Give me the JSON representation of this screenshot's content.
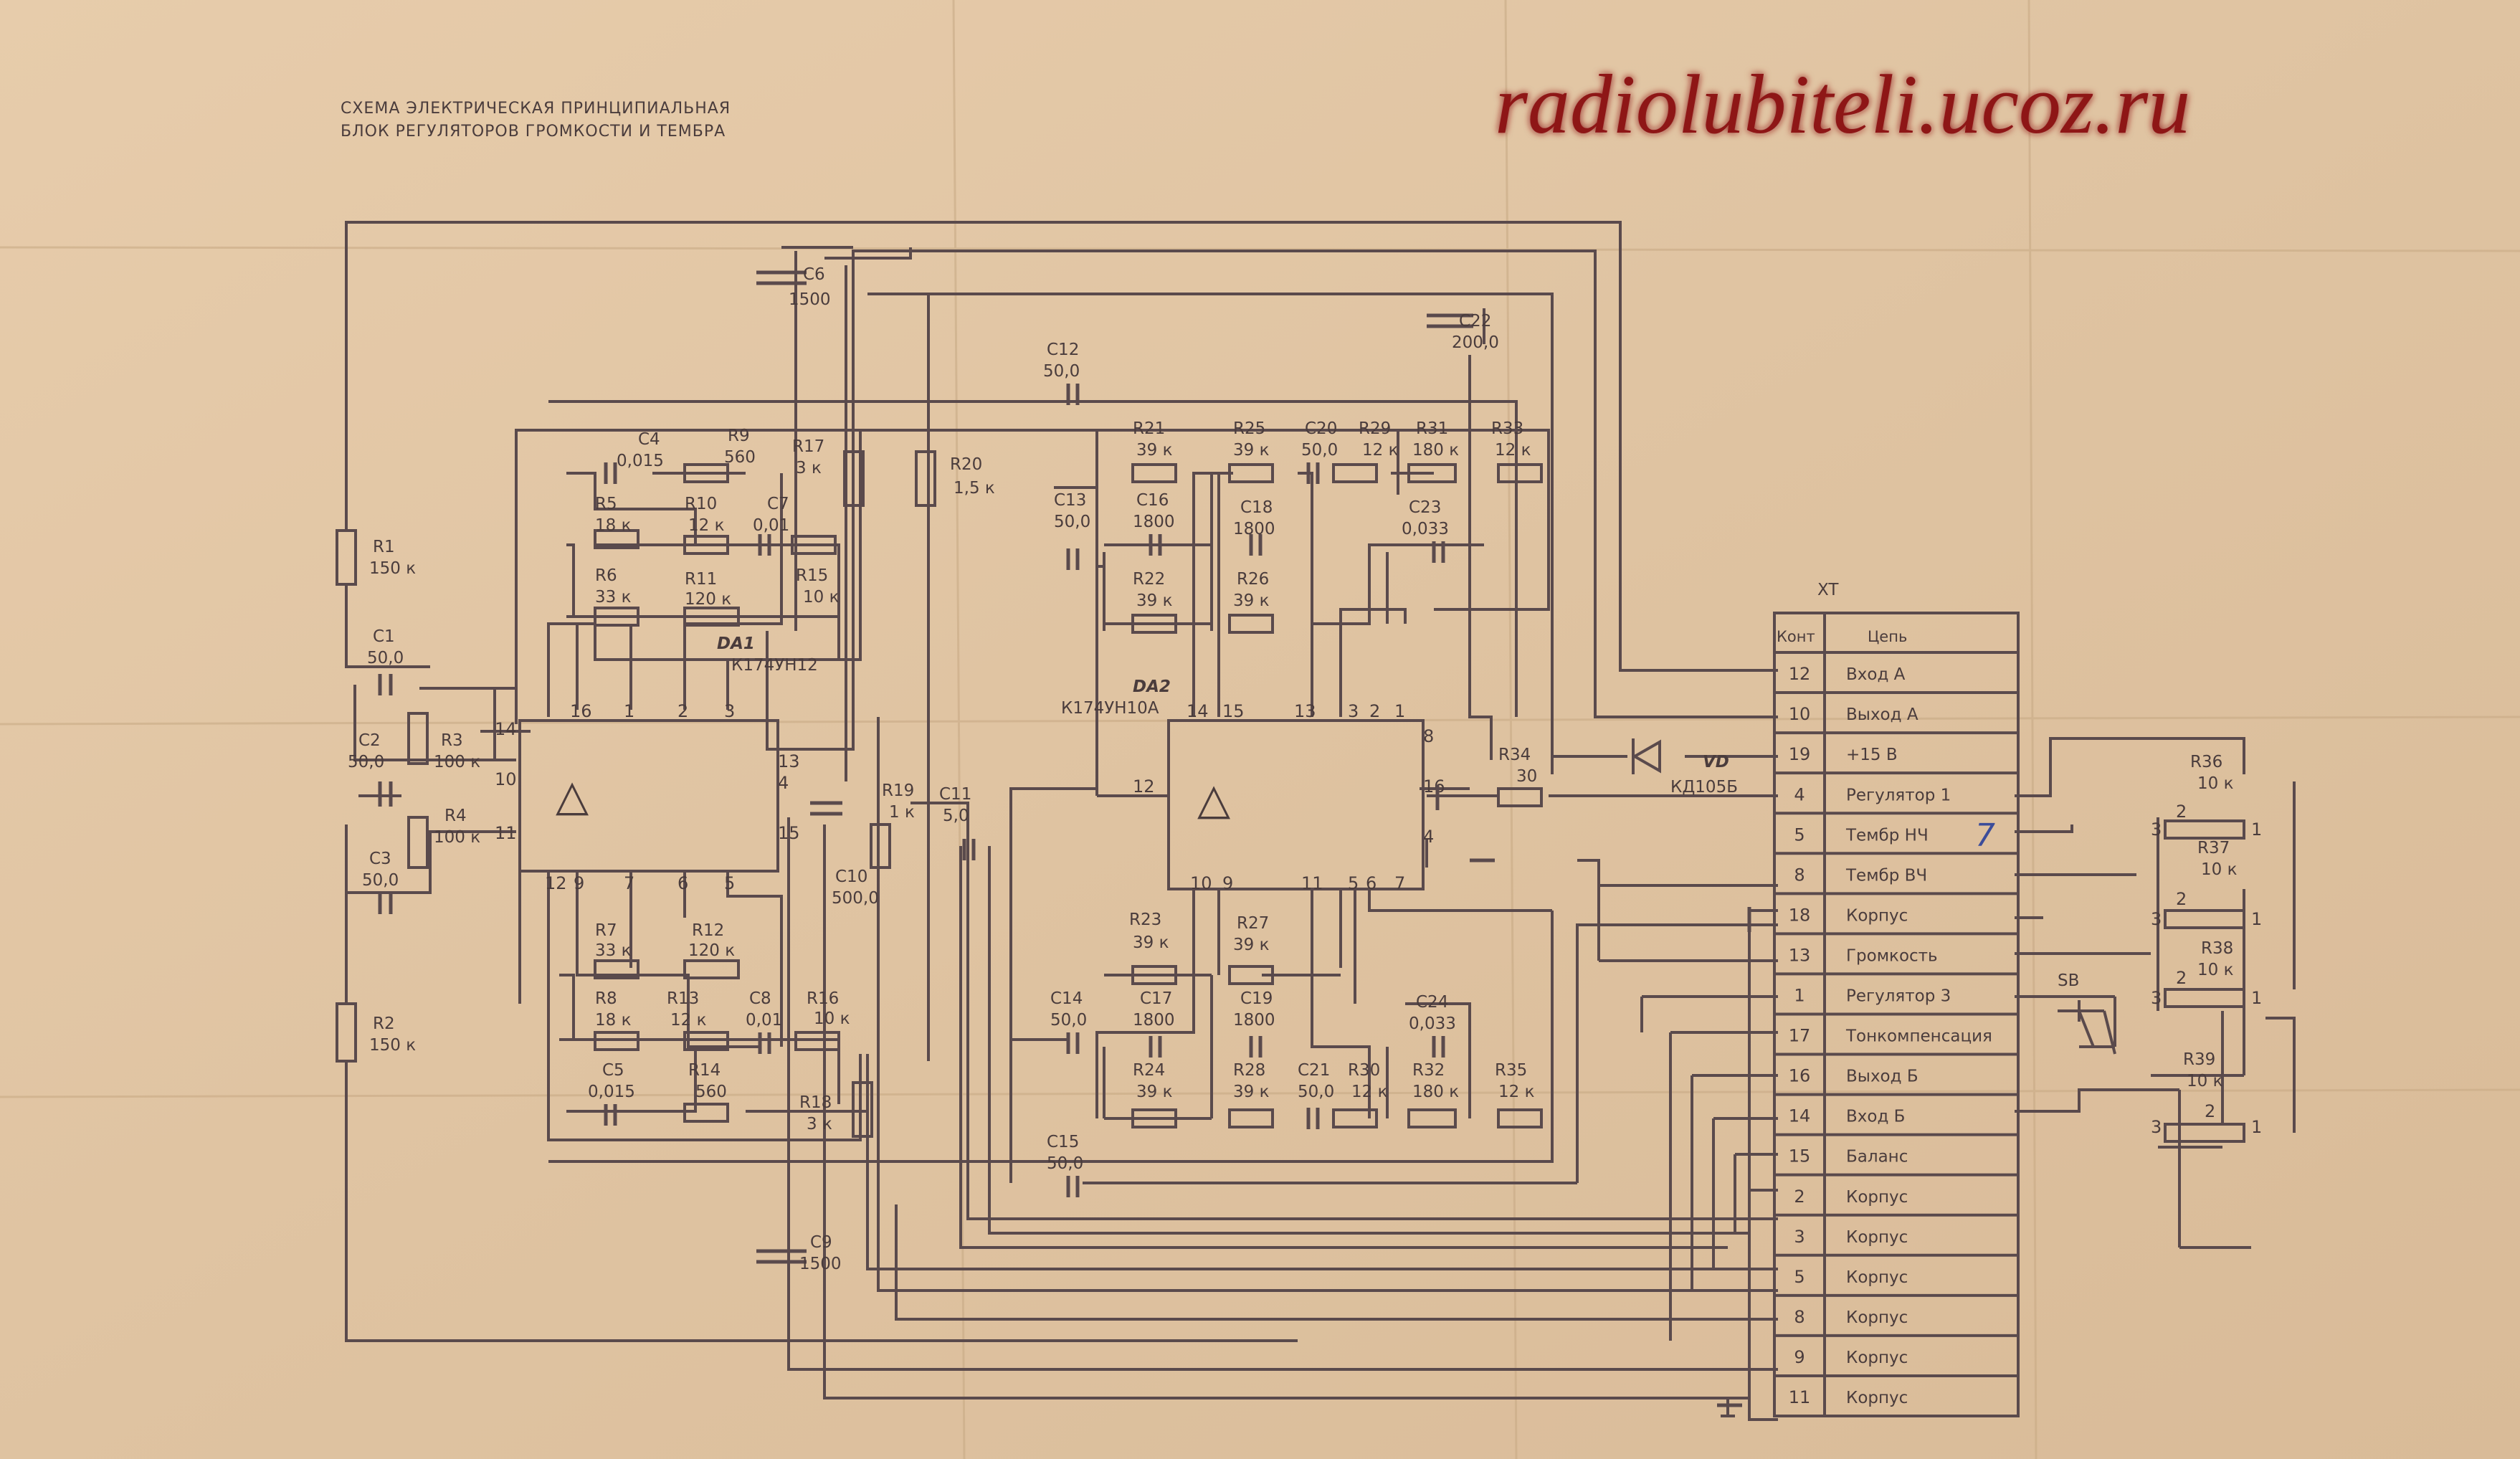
{
  "header": {
    "line1": "СХЕМА ЭЛЕКТРИЧЕСКАЯ ПРИНЦИПИАЛЬНАЯ",
    "line2": "БЛОК РЕГУЛЯТОРОВ ГРОМКОСТИ И ТЕМБРА"
  },
  "watermark": "radiolubiteli.ucoz.ru",
  "chips": {
    "da1": {
      "ref": "DA1",
      "type": "К174УН12",
      "symbol": "△"
    },
    "da2": {
      "ref": "DA2",
      "type": "К174УН10А",
      "symbol": "△"
    }
  },
  "components": {
    "r1": {
      "ref": "R1",
      "value": "150 к"
    },
    "r2": {
      "ref": "R2",
      "value": "150 к"
    },
    "r3": {
      "ref": "R3",
      "value": "100 к"
    },
    "r4": {
      "ref": "R4",
      "value": "100 к"
    },
    "r5": {
      "ref": "R5",
      "value": "18 к"
    },
    "r6": {
      "ref": "R6",
      "value": "33 к"
    },
    "r7": {
      "ref": "R7",
      "value": "33 к"
    },
    "r8": {
      "ref": "R8",
      "value": "18 к"
    },
    "r9": {
      "ref": "R9",
      "value": "560"
    },
    "r10": {
      "ref": "R10",
      "value": "12 к"
    },
    "r11": {
      "ref": "R11",
      "value": "120 к"
    },
    "r12": {
      "ref": "R12",
      "value": "120 к"
    },
    "r13": {
      "ref": "R13",
      "value": "12 к"
    },
    "r14": {
      "ref": "R14",
      "value": "560"
    },
    "r15": {
      "ref": "R15",
      "value": "10 к"
    },
    "r16": {
      "ref": "R16",
      "value": "10 к"
    },
    "r17": {
      "ref": "R17",
      "value": "3 к"
    },
    "r18": {
      "ref": "R18",
      "value": "3 к"
    },
    "r19": {
      "ref": "R19",
      "value": "1 к"
    },
    "r20": {
      "ref": "R20",
      "value": "1,5 к"
    },
    "r21": {
      "ref": "R21",
      "value": "39 к"
    },
    "r22": {
      "ref": "R22",
      "value": "39 к"
    },
    "r23": {
      "ref": "R23",
      "value": "39 к"
    },
    "r24": {
      "ref": "R24",
      "value": "39 к"
    },
    "r25": {
      "ref": "R25",
      "value": "39 к"
    },
    "r26": {
      "ref": "R26",
      "value": "39 к"
    },
    "r27": {
      "ref": "R27",
      "value": "39 к"
    },
    "r28": {
      "ref": "R28",
      "value": "39 к"
    },
    "r29": {
      "ref": "R29",
      "value": "12 к"
    },
    "r30": {
      "ref": "R30",
      "value": "12 к"
    },
    "r31": {
      "ref": "R31",
      "value": "180 к"
    },
    "r32": {
      "ref": "R32",
      "value": "180 к"
    },
    "r33": {
      "ref": "R33",
      "value": "12 к"
    },
    "r34": {
      "ref": "R34",
      "value": "30"
    },
    "r35": {
      "ref": "R35",
      "value": "12 к"
    },
    "r36": {
      "ref": "R36",
      "value": "10 к"
    },
    "r37": {
      "ref": "R37",
      "value": "10 к"
    },
    "r38": {
      "ref": "R38",
      "value": "10 к"
    },
    "r39": {
      "ref": "R39",
      "value": "10 к"
    },
    "c1": {
      "ref": "C1",
      "value": "50,0"
    },
    "c2": {
      "ref": "C2",
      "value": "50,0"
    },
    "c3": {
      "ref": "C3",
      "value": "50,0"
    },
    "c4": {
      "ref": "C4",
      "value": "0,015"
    },
    "c5": {
      "ref": "C5",
      "value": "0,015"
    },
    "c6": {
      "ref": "C6",
      "value": "1500"
    },
    "c7": {
      "ref": "C7",
      "value": "0,01"
    },
    "c8": {
      "ref": "C8",
      "value": "0,01"
    },
    "c9": {
      "ref": "C9",
      "value": "1500"
    },
    "c10": {
      "ref": "C10",
      "value": "500,0"
    },
    "c11": {
      "ref": "C11",
      "value": "5,0"
    },
    "c12": {
      "ref": "C12",
      "value": "50,0"
    },
    "c13": {
      "ref": "C13",
      "value": "50,0"
    },
    "c14": {
      "ref": "C14",
      "value": "50,0"
    },
    "c15": {
      "ref": "C15",
      "value": "50,0"
    },
    "c16": {
      "ref": "C16",
      "value": "1800"
    },
    "c17": {
      "ref": "C17",
      "value": "1800"
    },
    "c18": {
      "ref": "C18",
      "value": "1800"
    },
    "c19": {
      "ref": "C19",
      "value": "1800"
    },
    "c20": {
      "ref": "C20",
      "value": "50,0"
    },
    "c21": {
      "ref": "C21",
      "value": "50,0"
    },
    "c22": {
      "ref": "C22",
      "value": "200,0"
    },
    "c23": {
      "ref": "C23",
      "value": "0,033"
    },
    "c24": {
      "ref": "C24",
      "value": "0,033"
    },
    "vd": {
      "ref": "VD",
      "value": "КД105Б"
    },
    "sb": {
      "ref": "SB"
    }
  },
  "pins": {
    "da1_top": [
      "16",
      "1",
      "2",
      "3"
    ],
    "da1_left": [
      "14",
      "10",
      "11"
    ],
    "da1_right": [
      "13",
      "4",
      "15"
    ],
    "da1_bottom": [
      "12",
      "9",
      "7",
      "6",
      "5"
    ],
    "da2_top": [
      "14",
      "15",
      "13",
      "3",
      "2",
      "1"
    ],
    "da2_left": [
      "12"
    ],
    "da2_right": [
      "8",
      "16",
      "4"
    ],
    "da2_bottom": [
      "10",
      "9",
      "11",
      "5",
      "6",
      "7"
    ],
    "pot_r36": [
      "2",
      "3",
      "1"
    ],
    "pot_r37": [
      "2",
      "3",
      "1"
    ],
    "pot_r38": [
      "2",
      "3",
      "1"
    ],
    "pot_r39": [
      "3",
      "2",
      "1"
    ]
  },
  "connector": {
    "ref": "XT",
    "col_contact": "Конт",
    "col_circuit": "Цепь",
    "rows": [
      {
        "contact": "12",
        "circuit": "Вход А"
      },
      {
        "contact": "10",
        "circuit": "Выход А"
      },
      {
        "contact": "19",
        "circuit": "+15 В"
      },
      {
        "contact": "4",
        "circuit": "Регулятор 1"
      },
      {
        "contact": "5",
        "circuit": "Тембр НЧ"
      },
      {
        "contact": "8",
        "circuit": "Тембр ВЧ"
      },
      {
        "contact": "18",
        "circuit": "Корпус"
      },
      {
        "contact": "13",
        "circuit": "Громкость"
      },
      {
        "contact": "1",
        "circuit": "Регулятор 3"
      },
      {
        "contact": "17",
        "circuit": "Тонкомпенсация"
      },
      {
        "contact": "16",
        "circuit": "Выход Б"
      },
      {
        "contact": "14",
        "circuit": "Вход Б"
      },
      {
        "contact": "15",
        "circuit": "Баланс"
      },
      {
        "contact": "2",
        "circuit": "Корпус"
      },
      {
        "contact": "3",
        "circuit": "Корпус"
      },
      {
        "contact": "5",
        "circuit": "Корпус"
      },
      {
        "contact": "8",
        "circuit": "Корпус"
      },
      {
        "contact": "9",
        "circuit": "Корпус"
      },
      {
        "contact": "11",
        "circuit": "Корпус"
      }
    ]
  },
  "handwritten_mark": "7",
  "colors": {
    "paper": "#e2c6a5",
    "ink": "#5a4a4c",
    "watermark": "#8e1418",
    "watermark_glow": "#ff6a72",
    "pen_mark": "#3b4c9a"
  }
}
